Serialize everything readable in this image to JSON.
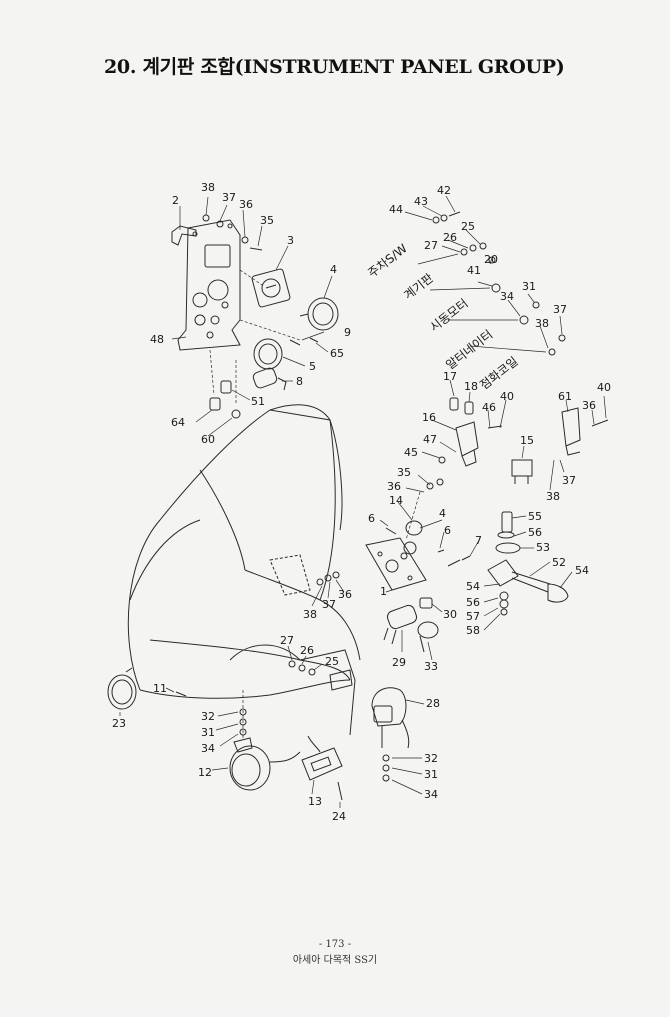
{
  "title": "20. 계기판 조합(INSTRUMENT PANEL GROUP)",
  "callouts": {
    "c2": "2",
    "c38a": "38",
    "c37a": "37",
    "c36a": "36",
    "c35a": "35",
    "c3": "3",
    "c4a": "4",
    "c48": "48",
    "c9": "9",
    "c65": "65",
    "c5": "5",
    "c8": "8",
    "c51": "51",
    "c64": "64",
    "c60": "60",
    "c44": "44",
    "c43": "43",
    "c42": "42",
    "c25a": "25",
    "c26a": "26",
    "c27a": "27",
    "c20": "20",
    "c41": "41",
    "c31a": "31",
    "c34a": "34",
    "c37b": "37",
    "c38b": "38",
    "c17": "17",
    "c18": "18",
    "c16": "16",
    "c46": "46",
    "c40a": "40",
    "c47": "47",
    "c15": "15",
    "c61": "61",
    "c40b": "40",
    "c36b": "36",
    "c37c": "37",
    "c38c": "38",
    "c45": "45",
    "c35b": "35",
    "c36c": "36",
    "c14": "14",
    "c4b": "4",
    "c6a": "6",
    "c6b": "6",
    "c7": "7",
    "c1": "1",
    "c38d": "38",
    "c37d": "37",
    "c36d": "36",
    "c55": "55",
    "c56a": "56",
    "c53": "53",
    "c52": "52",
    "c54a": "54",
    "c54b": "54",
    "c56b": "56",
    "c57": "57",
    "c58": "58",
    "c30": "30",
    "c29": "29",
    "c33": "33",
    "c27b": "27",
    "c26b": "26",
    "c25b": "25",
    "c11": "11",
    "c23": "23",
    "c32a": "32",
    "c31b": "31",
    "c34b": "34",
    "c12": "12",
    "c13": "13",
    "c24": "24",
    "c28": "28",
    "c32b": "32",
    "c31c": "31",
    "c34c": "34"
  },
  "korean_labels": {
    "parking_sw": "주차S/W",
    "gauge_panel": "계기판",
    "starter_motor": "시동모터",
    "alternator": "알터네이터",
    "ignition_coil": "점화코일"
  },
  "footer": {
    "page_number": "- 173 -",
    "publisher": "아세아 다목적 SS기"
  }
}
